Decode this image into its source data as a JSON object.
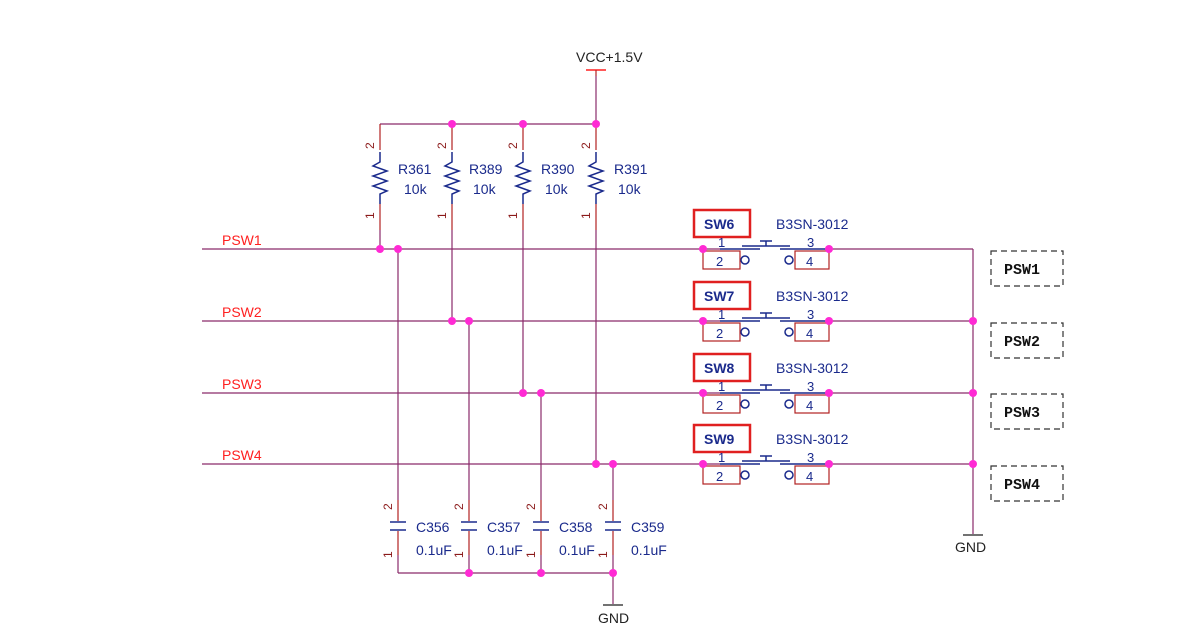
{
  "power": {
    "vcc": "VCC+1.5V",
    "gnd_right": "GND",
    "gnd_bottom": "GND"
  },
  "nets": [
    "PSW1",
    "PSW2",
    "PSW3",
    "PSW4"
  ],
  "resistors": [
    {
      "ref": "R361",
      "value": "10k",
      "pin_top": "2",
      "pin_bottom": "1"
    },
    {
      "ref": "R389",
      "value": "10k",
      "pin_top": "2",
      "pin_bottom": "1"
    },
    {
      "ref": "R390",
      "value": "10k",
      "pin_top": "2",
      "pin_bottom": "1"
    },
    {
      "ref": "R391",
      "value": "10k",
      "pin_top": "2",
      "pin_bottom": "1"
    }
  ],
  "capacitors": [
    {
      "ref": "C356",
      "value": "0.1uF",
      "pin_top": "2",
      "pin_bottom": "1"
    },
    {
      "ref": "C357",
      "value": "0.1uF",
      "pin_top": "2",
      "pin_bottom": "1"
    },
    {
      "ref": "C358",
      "value": "0.1uF",
      "pin_top": "2",
      "pin_bottom": "1"
    },
    {
      "ref": "C359",
      "value": "0.1uF",
      "pin_top": "2",
      "pin_bottom": "1"
    }
  ],
  "switches": [
    {
      "ref": "SW6",
      "part": "B3SN-3012",
      "p1": "1",
      "p2": "2",
      "p3": "3",
      "p4": "4"
    },
    {
      "ref": "SW7",
      "part": "B3SN-3012",
      "p1": "1",
      "p2": "2",
      "p3": "3",
      "p4": "4"
    },
    {
      "ref": "SW8",
      "part": "B3SN-3012",
      "p1": "1",
      "p2": "2",
      "p3": "3",
      "p4": "4"
    },
    {
      "ref": "SW9",
      "part": "B3SN-3012",
      "p1": "1",
      "p2": "2",
      "p3": "3",
      "p4": "4"
    }
  ],
  "ports": [
    "PSW1",
    "PSW2",
    "PSW3",
    "PSW4"
  ],
  "colors": {
    "wire": "#8a2a6a",
    "component": "#1a2a8c",
    "net_label": "#ff2020",
    "junction": "#ff2ad4",
    "highlight": "#e02020"
  }
}
